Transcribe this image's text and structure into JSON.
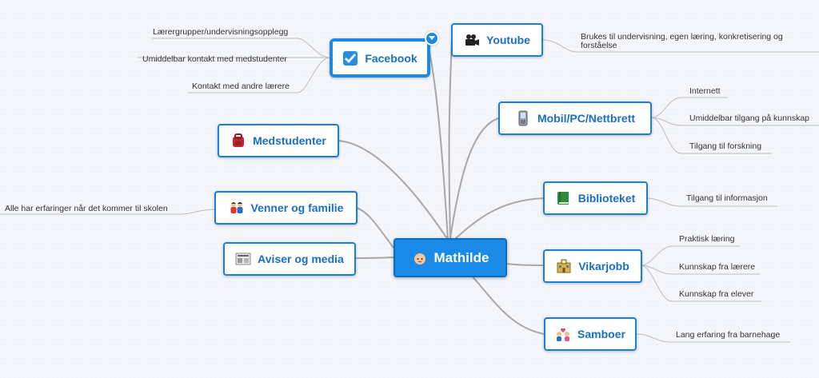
{
  "center": {
    "label": "Mathilde",
    "icon": "woman-face-icon"
  },
  "branches": {
    "facebook": {
      "label": "Facebook",
      "icon": "checkbox-icon",
      "leaves": [
        "Lærergrupper/undervisningsopplegg",
        "Umiddelbar kontakt med medstudenter",
        "Kontakt med andre lærere"
      ]
    },
    "medstudenter": {
      "label": "Medstudenter",
      "icon": "backpack-icon",
      "leaves": []
    },
    "venner": {
      "label": "Venner og familie",
      "icon": "family-icon",
      "leaves": [
        "Alle har erfaringer når det kommer til skolen"
      ]
    },
    "aviser": {
      "label": "Aviser og media",
      "icon": "newspaper-icon",
      "leaves": []
    },
    "youtube": {
      "label": "Youtube",
      "icon": "video-camera-icon",
      "leaves": [
        "Brukes til undervisning, egen læring, konkretisering og",
        "forståelse"
      ]
    },
    "mobil": {
      "label": "Mobil/PC/Nettbrett",
      "icon": "phone-icon",
      "leaves": [
        "Internett",
        "Umiddelbar tilgang på kunnskap",
        "Tilgang til forskning"
      ]
    },
    "biblioteket": {
      "label": "Biblioteket",
      "icon": "book-icon",
      "leaves": [
        "Tilgang til informasjon"
      ]
    },
    "vikarjobb": {
      "label": "Vikarjobb",
      "icon": "school-building-icon",
      "leaves": [
        "Praktisk læring",
        "Kunnskap fra lærere",
        "Kunnskap fra elever"
      ]
    },
    "samboer": {
      "label": "Samboer",
      "icon": "couple-heart-icon",
      "leaves": [
        "Lang erfaring fra barnehage"
      ]
    }
  },
  "colors": {
    "accent": "#1a8ae6",
    "connector": "#9a9a9a",
    "text": "#1a6fc4"
  }
}
